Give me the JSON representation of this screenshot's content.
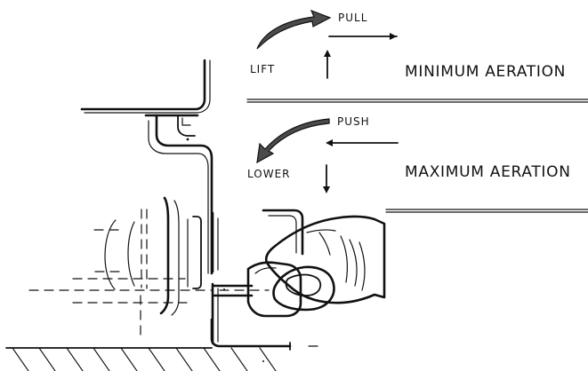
{
  "labels": {
    "top_curve": "PULL",
    "top_side": "LIFT",
    "top_mode": "MINIMUM AERATION",
    "bottom_curve": "PUSH",
    "bottom_side": "LOWER",
    "bottom_mode": "MAXIMUM AERATION"
  },
  "colors": {
    "ink": "#111111",
    "arrow_fill": "#4b4b4b",
    "paper": "#ffffff"
  }
}
